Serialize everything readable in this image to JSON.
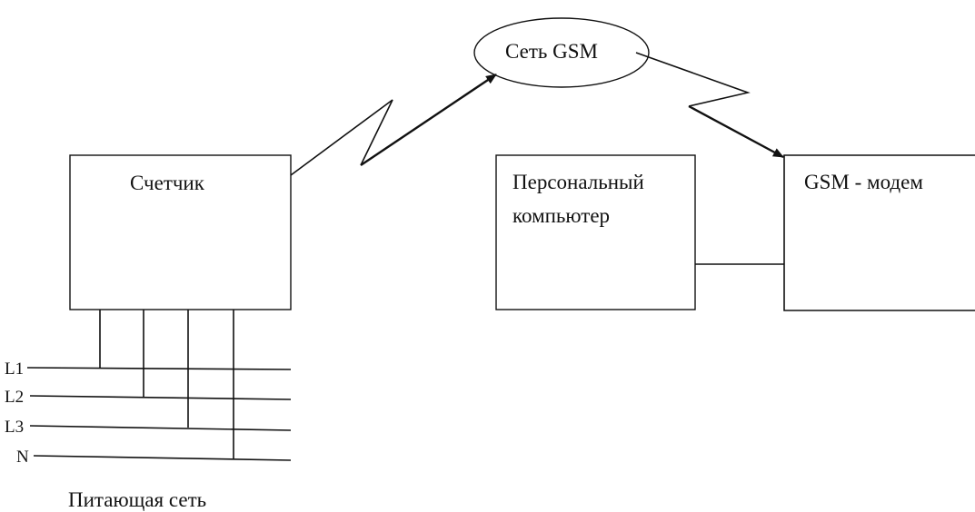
{
  "diagram": {
    "meter_label": "Счетчик",
    "network_label": "Сеть GSM",
    "pc_label_line1": "Персональный",
    "pc_label_line2": "компьютер",
    "modem_label": "GSM - модем",
    "supply_label": "Питающая сеть",
    "phases": [
      "L1",
      "L2",
      "L3",
      "N"
    ]
  }
}
